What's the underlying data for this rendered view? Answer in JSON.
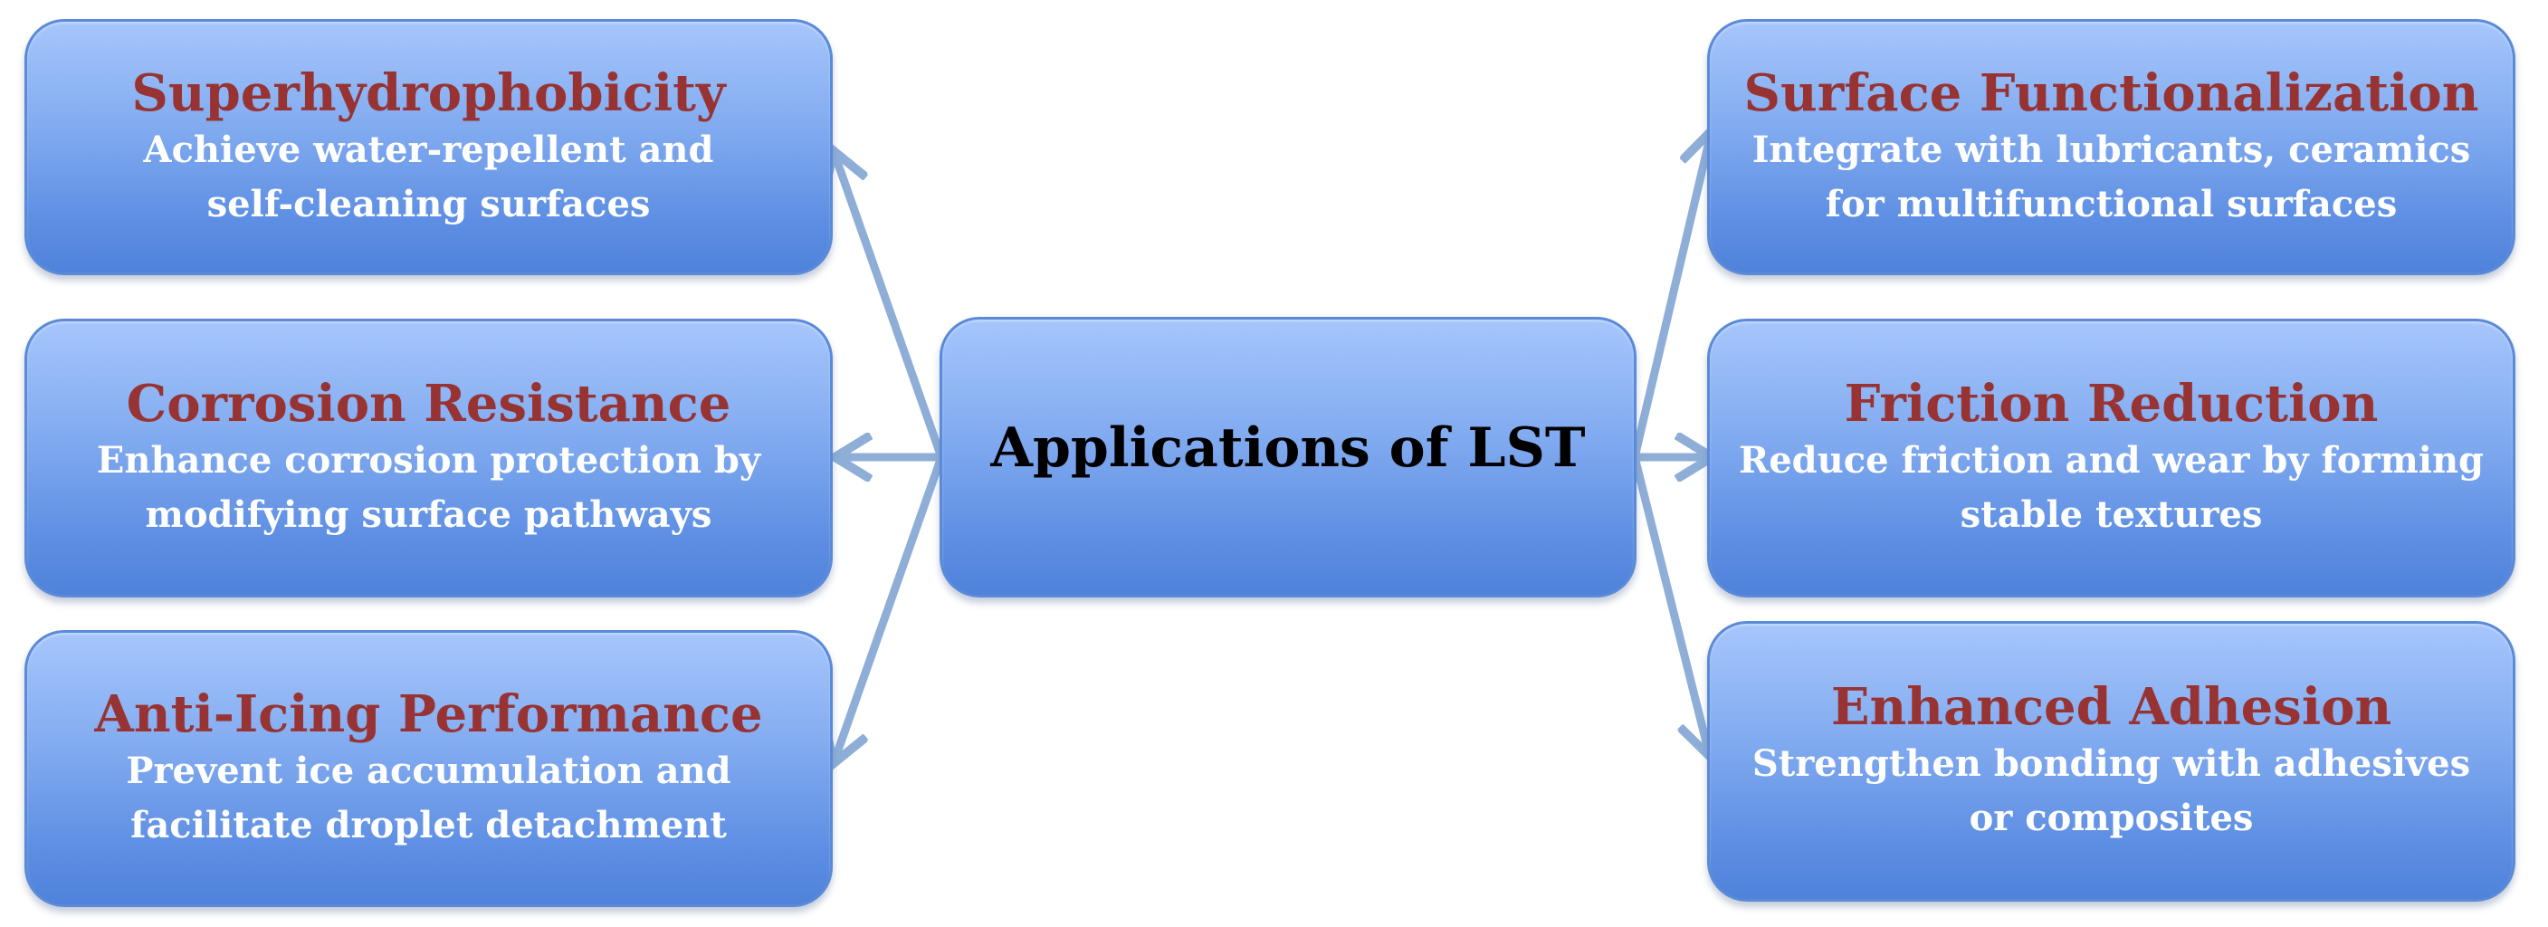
{
  "center": {
    "title": "Applications of LST"
  },
  "left_boxes": [
    {
      "title": "Superhydrophobicity",
      "line1": "Achieve water-repellent and",
      "line2": "self-cleaning surfaces"
    },
    {
      "title": "Corrosion Resistance",
      "line1": "Enhance corrosion protection by",
      "line2": "modifying surface pathways"
    },
    {
      "title": "Anti-Icing Performance",
      "line1": "Prevent ice accumulation and",
      "line2": "facilitate droplet detachment"
    }
  ],
  "right_boxes": [
    {
      "title": "Surface Functionalization",
      "line1": "Integrate with lubricants, ceramics",
      "line2": "for multifunctional surfaces"
    },
    {
      "title": "Friction Reduction",
      "line1": "Reduce friction and wear by forming",
      "line2": "stable textures"
    },
    {
      "title": "Enhanced Adhesion",
      "line1": "Strengthen bonding with adhesives",
      "line2": "or composites"
    }
  ],
  "colors": {
    "box_fill_top": "#a6c6fc",
    "box_fill_bottom": "#4f82da",
    "title_text": "#973433",
    "desc_text": "#ffffff",
    "center_text": "#000000",
    "arrow": "#8eaed8"
  }
}
